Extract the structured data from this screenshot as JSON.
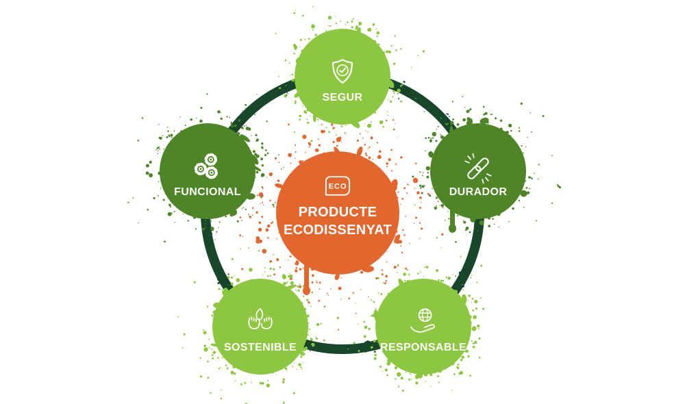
{
  "diagram": {
    "center": {
      "badge_label": "ECO",
      "title_line1": "PRODUCTE",
      "title_line2": "ECODISSENYAT"
    },
    "nodes": [
      {
        "label": "SEGUR",
        "icon": "shield-check-icon"
      },
      {
        "label": "DURADOR",
        "icon": "chain-link-icon"
      },
      {
        "label": "RESPONSABLE",
        "icon": "hand-globe-icon"
      },
      {
        "label": "SOSTENIBLE",
        "icon": "hands-leaf-icon"
      },
      {
        "label": "FUNCIONAL",
        "icon": "gears-icon"
      }
    ],
    "colors": {
      "light_green": "#8DC63F",
      "dark_green": "#4E8527",
      "ring_green": "#17462B",
      "orange": "#E2672E",
      "text_white": "#FFFFFF"
    }
  }
}
